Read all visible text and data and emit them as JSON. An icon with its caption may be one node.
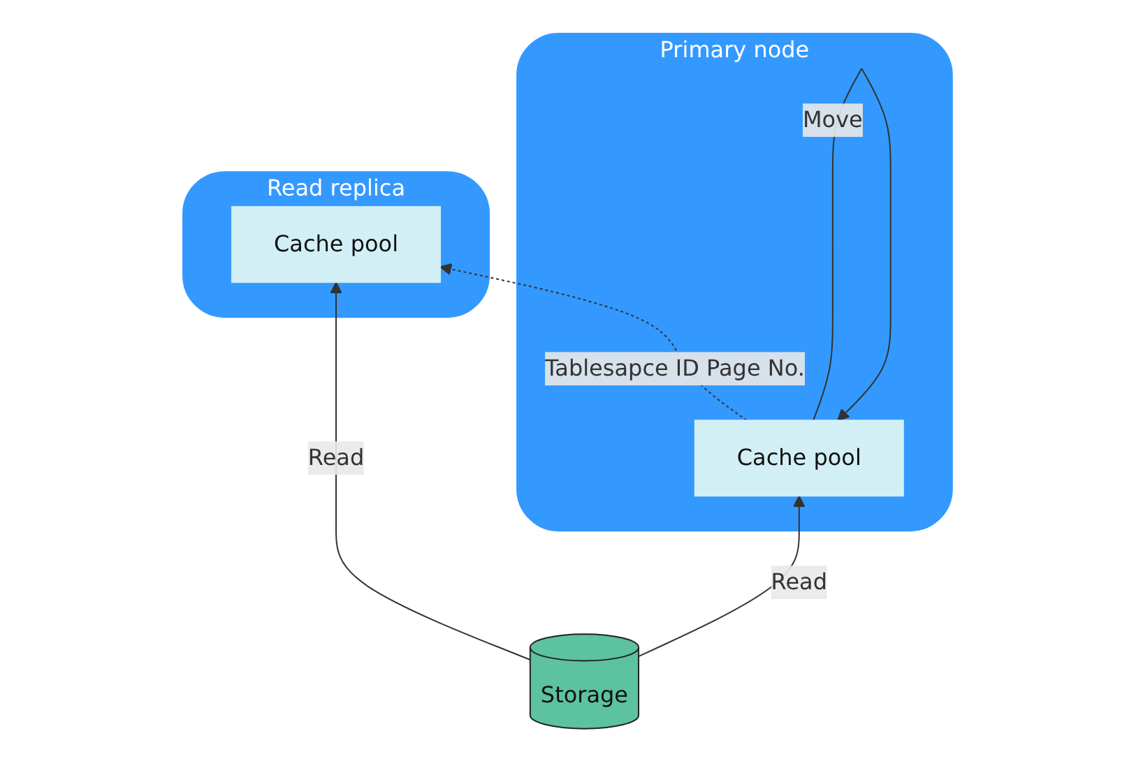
{
  "diagram": {
    "nodes": [
      {
        "text": [
          "Primary node"
        ]
      },
      {
        "text": [
          "Cache pool"
        ],
        "in": 0
      },
      {
        "text": [
          "Read replica"
        ]
      },
      {
        "text": [
          "Cache pool"
        ],
        "in": 2
      },
      {
        "text": [
          "Storage"
        ]
      }
    ],
    "edges": [
      {
        "from": 1,
        "to": 1,
        "arrow": "to",
        "label": "Move"
      },
      {
        "from": 1,
        "to": 3,
        "arrow": "to",
        "label": "Tablesapce ID Page No.",
        "style": "dashed"
      },
      {
        "from": 4,
        "to": 1,
        "arrow": "to",
        "label": "Read"
      },
      {
        "from": 4,
        "to": 3,
        "arrow": "to",
        "label": "Read"
      }
    ]
  }
}
